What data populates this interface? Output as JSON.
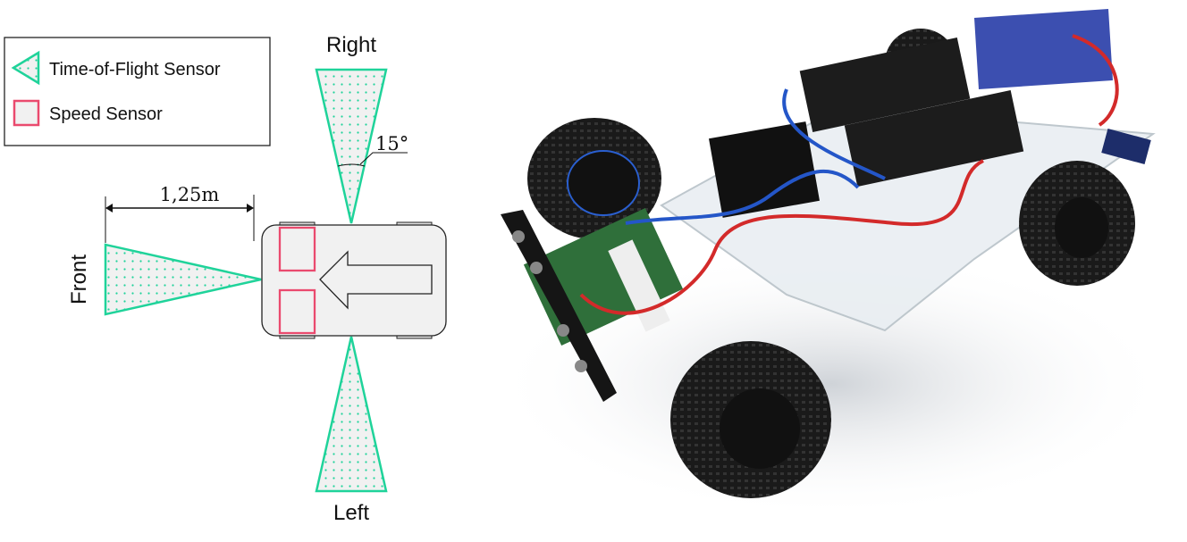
{
  "legend": {
    "tof_label": "Time-of-Flight Sensor",
    "speed_label": "Speed Sensor"
  },
  "labels": {
    "right": "Right",
    "left": "Left",
    "front": "Front",
    "angle": "15°",
    "distance": "1,25m"
  },
  "colors": {
    "tof": "#1fd39a",
    "speed": "#ea4a6e",
    "fill": "#f1f1f1"
  },
  "photo": {
    "subject": "rc-car-photo"
  }
}
